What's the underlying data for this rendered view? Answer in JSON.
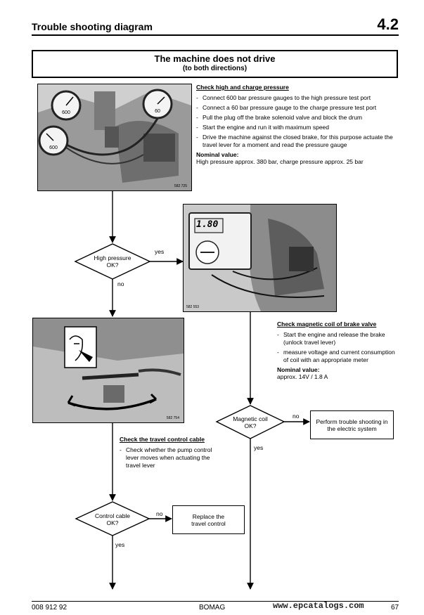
{
  "header": {
    "title": "Trouble shooting diagram",
    "section": "4.2"
  },
  "main_title": {
    "line1": "The machine does not drive",
    "line2": "(to both directions)"
  },
  "photos": {
    "gauges_code": "582 725",
    "multimeter_code": "582 553",
    "lever_code": "582 754",
    "multimeter_reading": "1.80"
  },
  "check_high": {
    "heading": "Check high and charge pressure",
    "steps": [
      "Connect 600 bar pressure gauges to the high pressure test port",
      "Connect a 60 bar pressure gauge to the charge pressure test port",
      "Pull the plug off the brake solenoid valve and block the drum",
      "Start the engine and run it with maximum speed",
      "Drive the machine against the closed brake, for this purpose actuate the travel lever for a moment and read the pressure gauge"
    ],
    "nominal_heading": "Nominal value:",
    "nominal_value": "High pressure approx. 380 bar, charge pressure approx. 25 bar"
  },
  "check_coil": {
    "heading": "Check magnetic coil of brake valve",
    "steps": [
      "Start the engine and release the brake (unlock travel lever)",
      "measure voltage and current consumption of coil with an appropriate meter"
    ],
    "nominal_heading": "Nominal value:",
    "nominal_value": "approx. 14V / 1.8 A"
  },
  "check_cable": {
    "heading": "Check the travel control cable",
    "steps": [
      "Check whether the pump control lever moves when actuating the travel lever"
    ]
  },
  "decisions": {
    "high_pressure": {
      "line1": "High pressure",
      "line2": "OK?",
      "yes": "yes",
      "no": "no"
    },
    "magnetic_coil": {
      "line1": "Magnetic coil",
      "line2": "OK?",
      "yes": "yes",
      "no": "no"
    },
    "control_cable": {
      "line1": "Control cable",
      "line2": "OK?",
      "yes": "yes",
      "no": "no"
    }
  },
  "actions": {
    "electric": {
      "line1": "Perform trouble shooting in",
      "line2": "the electric system"
    },
    "replace": {
      "line1": "Replace the",
      "line2": "travel control"
    }
  },
  "footer": {
    "doc_number": "008 912 92",
    "brand": "BOMAG",
    "watermark": "www.epcatalogs.com",
    "page": "67"
  }
}
